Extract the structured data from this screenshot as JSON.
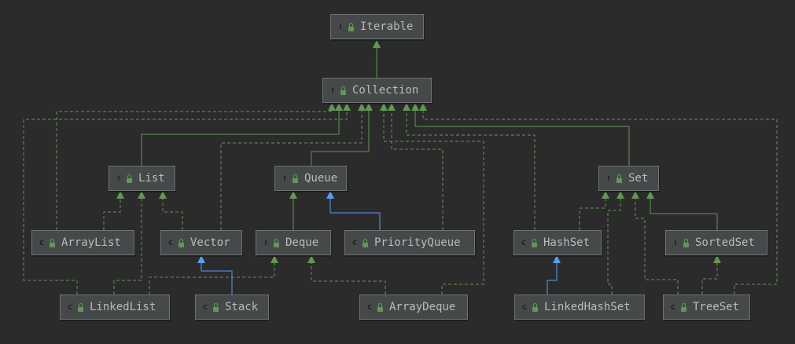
{
  "nodes": {
    "iterable": {
      "label": "Iterable",
      "kind": "interface",
      "kind_letter": "I"
    },
    "collection": {
      "label": "Collection",
      "kind": "interface",
      "kind_letter": "I"
    },
    "list": {
      "label": "List",
      "kind": "interface",
      "kind_letter": "I"
    },
    "queue": {
      "label": "Queue",
      "kind": "interface",
      "kind_letter": "I"
    },
    "set": {
      "label": "Set",
      "kind": "interface",
      "kind_letter": "I"
    },
    "arraylist": {
      "label": "ArrayList",
      "kind": "class",
      "kind_letter": "C"
    },
    "vector": {
      "label": "Vector",
      "kind": "class",
      "kind_letter": "C"
    },
    "deque": {
      "label": "Deque",
      "kind": "interface",
      "kind_letter": "I"
    },
    "priorityqueue": {
      "label": "PriorityQueue",
      "kind": "class",
      "kind_letter": "C"
    },
    "hashset": {
      "label": "HashSet",
      "kind": "class",
      "kind_letter": "C"
    },
    "sortedset": {
      "label": "SortedSet",
      "kind": "interface",
      "kind_letter": "I"
    },
    "linkedlist": {
      "label": "LinkedList",
      "kind": "class",
      "kind_letter": "C"
    },
    "stack": {
      "label": "Stack",
      "kind": "class",
      "kind_letter": "C"
    },
    "arraydeque": {
      "label": "ArrayDeque",
      "kind": "class",
      "kind_letter": "C"
    },
    "linkedhashset": {
      "label": "LinkedHashSet",
      "kind": "class",
      "kind_letter": "C"
    },
    "treeset": {
      "label": "TreeSet",
      "kind": "class",
      "kind_letter": "C"
    }
  },
  "edges": [
    {
      "from": "collection",
      "to": "iterable",
      "type": "extends"
    },
    {
      "from": "list",
      "to": "collection",
      "type": "extends"
    },
    {
      "from": "queue",
      "to": "collection",
      "type": "extends"
    },
    {
      "from": "set",
      "to": "collection",
      "type": "extends"
    },
    {
      "from": "arraylist",
      "to": "list",
      "type": "implements"
    },
    {
      "from": "vector",
      "to": "list",
      "type": "implements"
    },
    {
      "from": "linkedlist",
      "to": "list",
      "type": "implements"
    },
    {
      "from": "deque",
      "to": "queue",
      "type": "extends"
    },
    {
      "from": "priorityqueue",
      "to": "queue",
      "type": "inherits-class"
    },
    {
      "from": "stack",
      "to": "vector",
      "type": "inherits-class"
    },
    {
      "from": "linkedlist",
      "to": "deque",
      "type": "implements"
    },
    {
      "from": "arraydeque",
      "to": "deque",
      "type": "implements"
    },
    {
      "from": "hashset",
      "to": "set",
      "type": "implements"
    },
    {
      "from": "sortedset",
      "to": "set",
      "type": "extends"
    },
    {
      "from": "linkedhashset",
      "to": "hashset",
      "type": "inherits-class"
    },
    {
      "from": "linkedhashset",
      "to": "set",
      "type": "implements"
    },
    {
      "from": "treeset",
      "to": "set",
      "type": "implements"
    },
    {
      "from": "treeset",
      "to": "sortedset",
      "type": "implements"
    },
    {
      "from": "arraylist",
      "to": "collection",
      "type": "implements"
    },
    {
      "from": "vector",
      "to": "collection",
      "type": "implements"
    },
    {
      "from": "linkedlist",
      "to": "collection",
      "type": "implements"
    },
    {
      "from": "priorityqueue",
      "to": "collection",
      "type": "implements"
    },
    {
      "from": "arraydeque",
      "to": "collection",
      "type": "implements"
    },
    {
      "from": "hashset",
      "to": "collection",
      "type": "implements"
    },
    {
      "from": "treeset",
      "to": "collection",
      "type": "implements"
    }
  ],
  "colors": {
    "background": "#2b2b2b",
    "node_fill": "#45494a",
    "node_border": "#6f7375",
    "text": "#bbbbbb",
    "interface_badge": "#629755",
    "class_badge": "#3e8fa0",
    "edge_green": "#629755",
    "edge_blue": "#589df6"
  }
}
